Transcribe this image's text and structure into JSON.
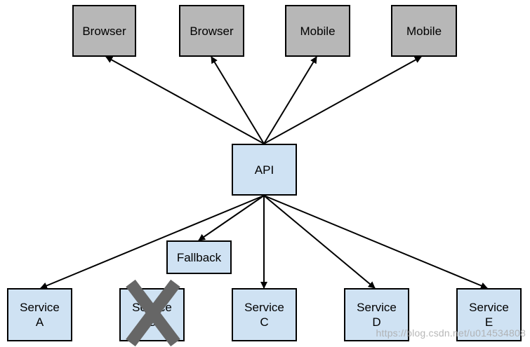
{
  "colors": {
    "client_fill": "#b7b7b7",
    "service_fill": "#cfe2f3",
    "stroke": "#000000",
    "failure_mark": "#666666"
  },
  "nodes": {
    "browser_1": "Browser",
    "browser_2": "Browser",
    "mobile_1": "Mobile",
    "mobile_2": "Mobile",
    "api": "API",
    "fallback": "Fallback",
    "service_a": "Service\nA",
    "service_b": "Service\nB",
    "service_c": "Service\nC",
    "service_d": "Service\nD",
    "service_e": "Service\nE"
  },
  "failed_node": "service_b",
  "edges": [
    {
      "from": "api",
      "to": "browser_1"
    },
    {
      "from": "api",
      "to": "browser_2"
    },
    {
      "from": "api",
      "to": "mobile_1"
    },
    {
      "from": "api",
      "to": "mobile_2"
    },
    {
      "from": "api",
      "to": "fallback"
    },
    {
      "from": "api",
      "to": "service_a"
    },
    {
      "from": "api",
      "to": "service_c"
    },
    {
      "from": "api",
      "to": "service_d"
    },
    {
      "from": "api",
      "to": "service_e"
    }
  ],
  "watermark": "https://blog.csdn.net/u014534808"
}
